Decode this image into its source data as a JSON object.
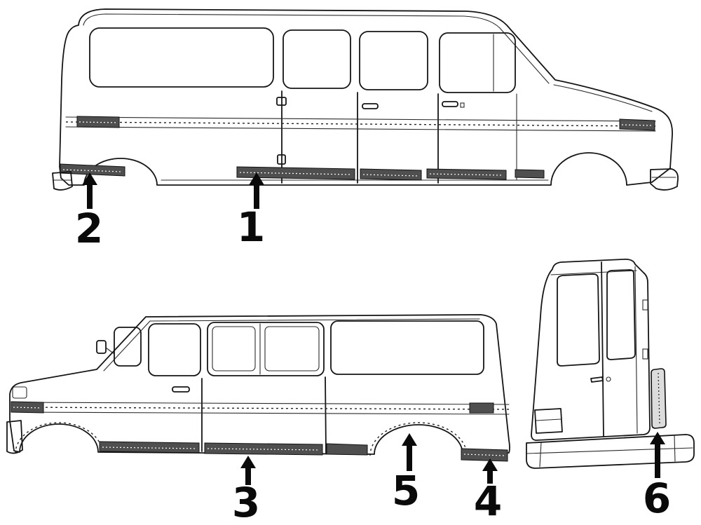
{
  "page": {
    "background_color": "#ffffff",
    "ink_color": "#0a0a0a",
    "molding_fill_color": "#4f4f4f"
  },
  "diagram": {
    "kind": "vehicle-body-side-moldings-parts-diagram",
    "callouts": [
      {
        "id": 1,
        "label": "1"
      },
      {
        "id": 2,
        "label": "2"
      },
      {
        "id": 3,
        "label": "3"
      },
      {
        "id": 4,
        "label": "4"
      },
      {
        "id": 5,
        "label": "5"
      },
      {
        "id": 6,
        "label": "6"
      }
    ]
  }
}
